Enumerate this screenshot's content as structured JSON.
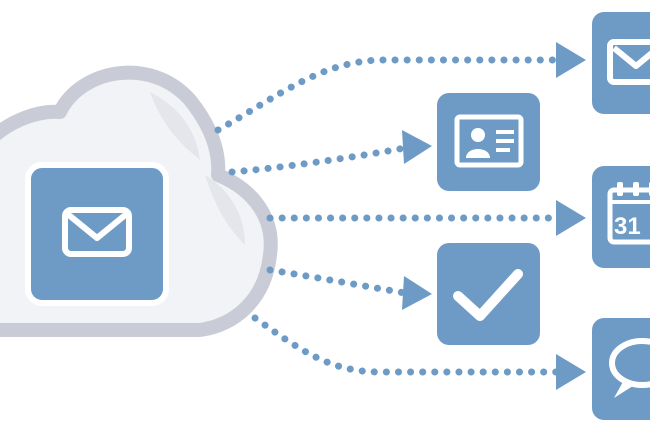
{
  "colors": {
    "background": "#ffffff",
    "cloud_outline": "#c9ccd6",
    "cloud_fill": "#f2f3f6",
    "cloud_shadow": "#e4e6ec",
    "accent_blue": "#6e9bc6",
    "tile_border": "#ffffff",
    "dots": "#6e9bc6"
  },
  "source": {
    "icon": "envelope-icon"
  },
  "targets": [
    {
      "name": "mail",
      "icon": "envelope-icon"
    },
    {
      "name": "contact",
      "icon": "contact-card-icon"
    },
    {
      "name": "calendar",
      "icon": "calendar-icon",
      "text": "31"
    },
    {
      "name": "task",
      "icon": "checkmark-icon"
    },
    {
      "name": "chat",
      "icon": "speech-bubble-icon"
    }
  ]
}
